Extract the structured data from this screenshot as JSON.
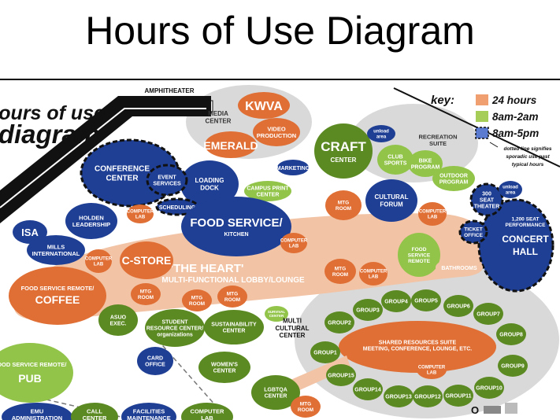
{
  "slide_title": "Hours of Use Diagram",
  "diagram": {
    "heading_line1": "hours of use",
    "heading_line2": "diagram",
    "amphitheater": "AMPHITHEATER",
    "key": {
      "title": "key:",
      "items": [
        {
          "label": "24 hours",
          "color": "#f0a070"
        },
        {
          "label": "8am-2am",
          "color": "#a6cd57"
        },
        {
          "label": "8am-5pm",
          "color": "#5a7bd0"
        }
      ],
      "note": [
        "dotted line signifies",
        "sporadic use past",
        "typical hours"
      ]
    },
    "heart_title": "'THE HEART'",
    "heart_subtitle": "MULTI-FUNCTIONAL LOBBY/LOUNGE",
    "colors": {
      "orange": "#e06f35",
      "light_orange": "#f2c3a4",
      "green": "#5c8a22",
      "light_green": "#92c44a",
      "navy": "#1f3f95",
      "grey": "#d9d9d9"
    },
    "nodes": {
      "kwva": "KWVA",
      "media_center": [
        "MEDIA",
        "CENTER"
      ],
      "emerald": "EMERALD",
      "video": [
        "VIDEO",
        "PRODUCTION"
      ],
      "craft": "CRAFT",
      "craft_sub": "CENTER",
      "unload1": [
        "unload",
        "area"
      ],
      "recreation": [
        "RECREATION",
        "SUITE"
      ],
      "club": [
        "CLUB",
        "SPORTS"
      ],
      "bike": [
        "BIKE",
        "PROGRAM"
      ],
      "outdoor": [
        "OUTDOOR",
        "PROGRAM"
      ],
      "marketing": "MARKETING",
      "conference": [
        "CONFERENCE",
        "CENTER"
      ],
      "event": [
        "EVENT",
        "SERVICES"
      ],
      "scheduling": "SCHEDULING",
      "loading": [
        "LOADING",
        "DOCK"
      ],
      "print": [
        "CAMPUS PRINT",
        "CENTER"
      ],
      "mtg_top": [
        "MTG",
        "ROOM"
      ],
      "cultural": [
        "CULTURAL",
        "FORUM"
      ],
      "lab_cult": [
        "COMPUTER",
        "LAB"
      ],
      "theater": [
        "300",
        "SEAT",
        "THEATER"
      ],
      "unload2": [
        "unload",
        "area"
      ],
      "ticket": [
        "TICKET",
        "OFFICE"
      ],
      "concert_pre": [
        "1,200 SEAT",
        "PERFORMANCE"
      ],
      "concert": [
        "CONCERT",
        "HALL"
      ],
      "isa": "ISA",
      "holden": [
        "HOLDEN",
        "LEADERSHIP"
      ],
      "lab_holden": [
        "COMPUTER",
        "LAB"
      ],
      "food": "FOOD SERVICE/",
      "kitchen": "KITCHEN",
      "lab_food": [
        "COMPUTER",
        "LAB"
      ],
      "mills": [
        "MILLS",
        "INTERNATIONAL"
      ],
      "lab_mills": [
        "COMPUTER",
        "LAB"
      ],
      "cstore": "C-STORE",
      "food_remote_r": [
        "FOOD",
        "SERVICE",
        "REMOTE"
      ],
      "mtg_mid": [
        "MTG",
        "ROOM"
      ],
      "lab_mid": [
        "COMPUTER",
        "LAB"
      ],
      "bathrooms": "BATHROOMS",
      "coffee_pre": "FOOD SERVICE REMOTE/",
      "coffee": "COFFEE",
      "mtg_c1": [
        "MTG",
        "ROOM"
      ],
      "mtg_c2": [
        "MTG",
        "ROOM"
      ],
      "mtg_c3": [
        "MTG",
        "ROOM"
      ],
      "asuo": [
        "ASUO",
        "EXEC."
      ],
      "student": [
        "STUDENT",
        "RESOURCE CENTER/",
        "organizations"
      ],
      "sustain": [
        "SUSTAINABILITY",
        "CENTER"
      ],
      "survival": [
        "SURVIVAL",
        "CENTER"
      ],
      "multicultural": [
        "MULTI",
        "CULTURAL",
        "CENTER"
      ],
      "shared": [
        "SHARED RESOURCES SUITE",
        "MEETING, CONFERENCE, LOUNGE, ETC."
      ],
      "lab_shared": [
        "COMPUTER",
        "LAB"
      ],
      "pub_pre": "FOOD SERVICE REMOTE/",
      "pub": "PUB",
      "card": [
        "CARD",
        "OFFICE"
      ],
      "womens": [
        "WOMEN'S",
        "CENTER"
      ],
      "lgbtqa": [
        "LGBTQA",
        "CENTER"
      ],
      "mtg_bottom": [
        "MTG",
        "ROOM"
      ],
      "emu": [
        "EMU",
        "ADMINISTRATION"
      ],
      "call": [
        "CALL",
        "CENTER"
      ],
      "facilities": [
        "FACILITIES",
        "MAINTENANCE"
      ],
      "computer_bottom": [
        "COMPUTER",
        "LAB"
      ]
    },
    "groups": [
      "GROUP1",
      "GROUP2",
      "GROUP3",
      "GROUP4",
      "GROUP5",
      "GROUP6",
      "GROUP7",
      "GROUP8",
      "GROUP9",
      "GROUP10",
      "GROUP11",
      "GROUP12",
      "GROUP13",
      "GROUP14",
      "GROUP15"
    ]
  }
}
